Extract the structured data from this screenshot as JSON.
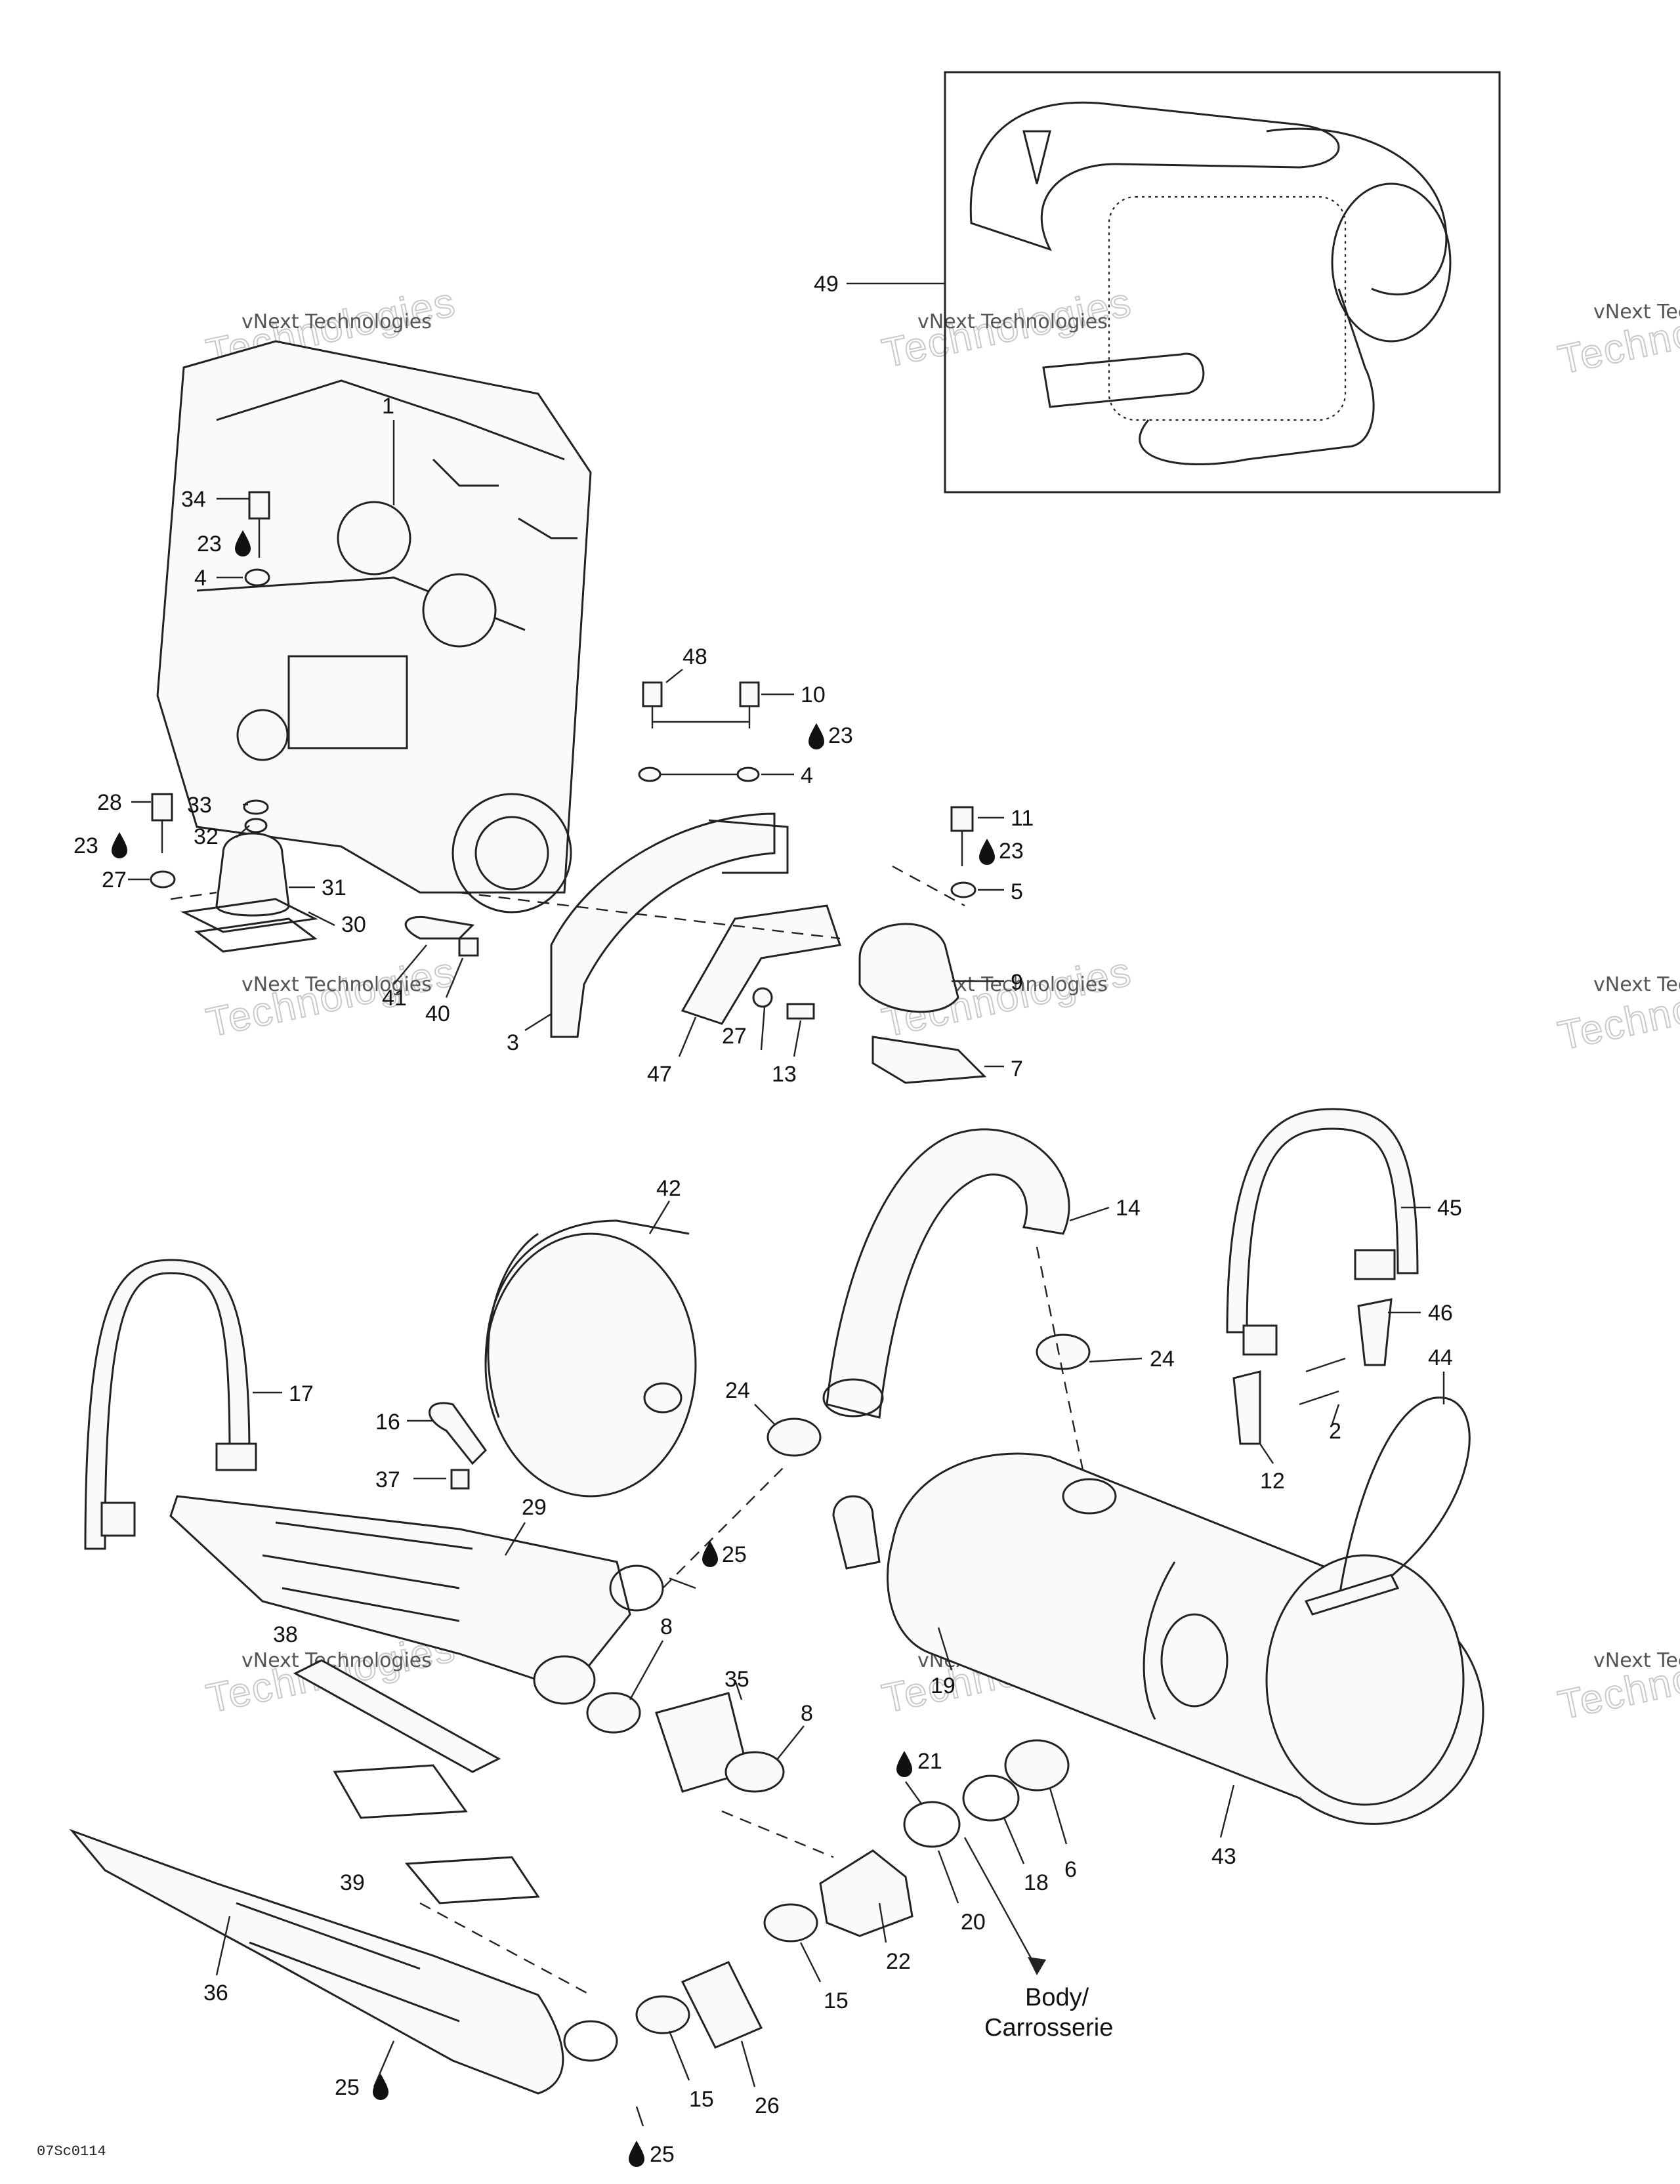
{
  "callouts": [
    {
      "id": "1"
    },
    {
      "id": "2"
    },
    {
      "id": "3"
    },
    {
      "id": "4"
    },
    {
      "id": "4"
    },
    {
      "id": "5"
    },
    {
      "id": "6"
    },
    {
      "id": "7"
    },
    {
      "id": "8"
    },
    {
      "id": "8"
    },
    {
      "id": "9"
    },
    {
      "id": "10"
    },
    {
      "id": "11"
    },
    {
      "id": "12"
    },
    {
      "id": "13"
    },
    {
      "id": "14"
    },
    {
      "id": "15"
    },
    {
      "id": "15"
    },
    {
      "id": "16"
    },
    {
      "id": "17"
    },
    {
      "id": "18"
    },
    {
      "id": "19"
    },
    {
      "id": "20"
    },
    {
      "id": "21"
    },
    {
      "id": "22"
    },
    {
      "id": "23"
    },
    {
      "id": "23"
    },
    {
      "id": "23"
    },
    {
      "id": "23"
    },
    {
      "id": "24"
    },
    {
      "id": "24"
    },
    {
      "id": "25"
    },
    {
      "id": "25"
    },
    {
      "id": "25"
    },
    {
      "id": "26"
    },
    {
      "id": "27"
    },
    {
      "id": "27"
    },
    {
      "id": "28"
    },
    {
      "id": "29"
    },
    {
      "id": "30"
    },
    {
      "id": "31"
    },
    {
      "id": "32"
    },
    {
      "id": "33"
    },
    {
      "id": "34"
    },
    {
      "id": "35"
    },
    {
      "id": "36"
    },
    {
      "id": "37"
    },
    {
      "id": "38"
    },
    {
      "id": "39"
    },
    {
      "id": "40"
    },
    {
      "id": "41"
    },
    {
      "id": "42"
    },
    {
      "id": "43"
    },
    {
      "id": "44"
    },
    {
      "id": "45"
    },
    {
      "id": "46"
    },
    {
      "id": "47"
    },
    {
      "id": "48"
    },
    {
      "id": "49"
    }
  ],
  "body_label": {
    "line1": "Body/",
    "line2": "Carrosserie"
  },
  "watermark": {
    "line1": "vNext Technologies",
    "line2": "Technologies",
    "partial_line1": "vNext Tec",
    "partial_line2": "Technol"
  },
  "figure_code": "07Sc0114",
  "icons": {
    "fluid_drop": "fluid-drop-icon"
  }
}
